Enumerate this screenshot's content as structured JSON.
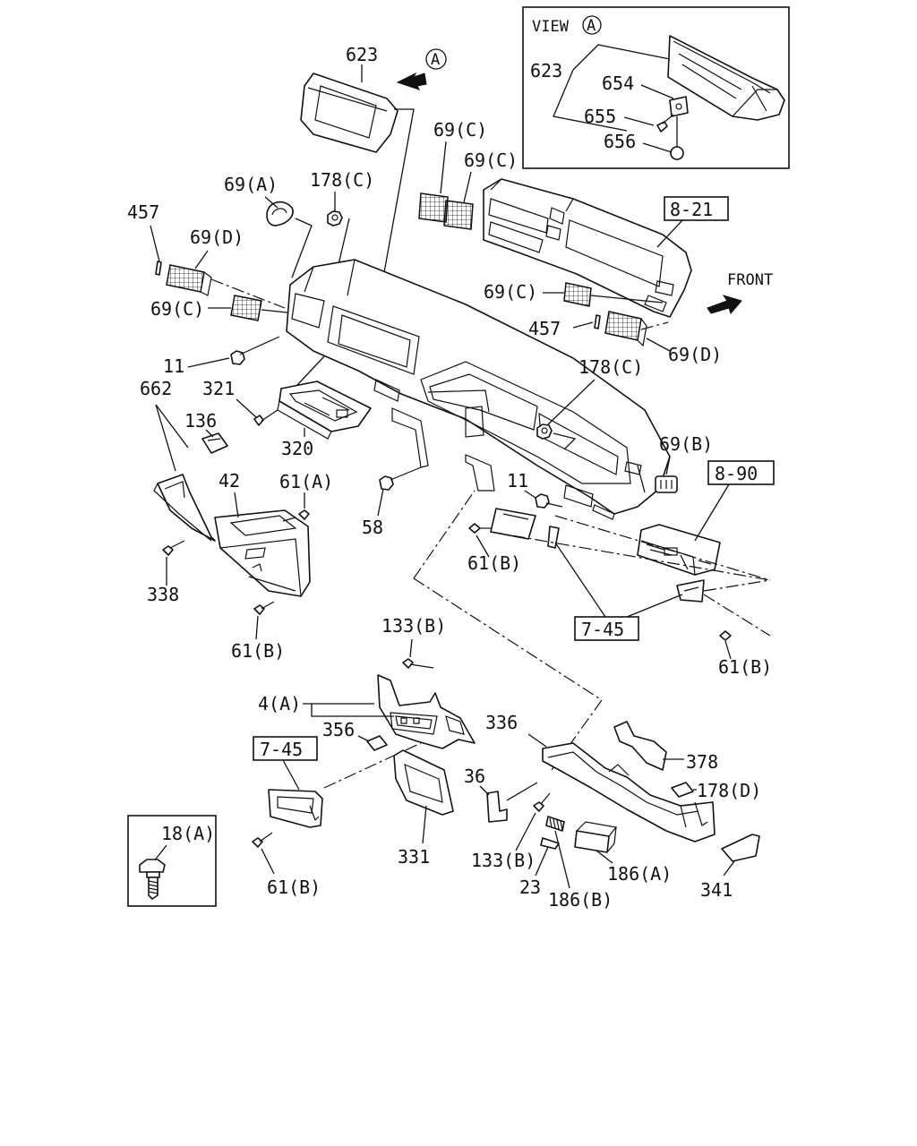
{
  "view": {
    "title": "VIEW",
    "marker": "A"
  },
  "view_a_marker": "A",
  "front_label": "FRONT",
  "refs": [
    "8-21",
    "8-90",
    "7-45",
    "7-45"
  ],
  "labels": {
    "p623": "623",
    "v623": "623",
    "v654": "654",
    "v655": "655",
    "v656": "656",
    "p69a": "69(A)",
    "p178c_top": "178(C)",
    "p457_l": "457",
    "p69d_l": "69(D)",
    "p69c_l": "69(C)",
    "p69c_t1": "69(C)",
    "p69c_t2": "69(C)",
    "p69c_r": "69(C)",
    "p457_r": "457",
    "p69d_r": "69(D)",
    "p11_l": "11",
    "p662": "662",
    "p321": "321",
    "p136": "136",
    "p320": "320",
    "p178c_mid": "178(C)",
    "p69b": "69(B)",
    "p42": "42",
    "p61a": "61(A)",
    "p58": "58",
    "p11_m": "11",
    "p338": "338",
    "p61b_m": "61(B)",
    "p61b_l": "61(B)",
    "p61b_r": "61(B)",
    "p133b_t": "133(B)",
    "p4a": "4(A)",
    "p356": "356",
    "p336": "336",
    "p378": "378",
    "p178d": "178(D)",
    "p36": "36",
    "p331": "331",
    "p133b_b": "133(B)",
    "p186a": "186(A)",
    "p23": "23",
    "p186b": "186(B)",
    "p341": "341",
    "p61b_b": "61(B)",
    "p18a": "18(A)"
  },
  "icons": [
    "arrow-a-icon",
    "front-arrow-icon",
    "bolt-icon"
  ]
}
